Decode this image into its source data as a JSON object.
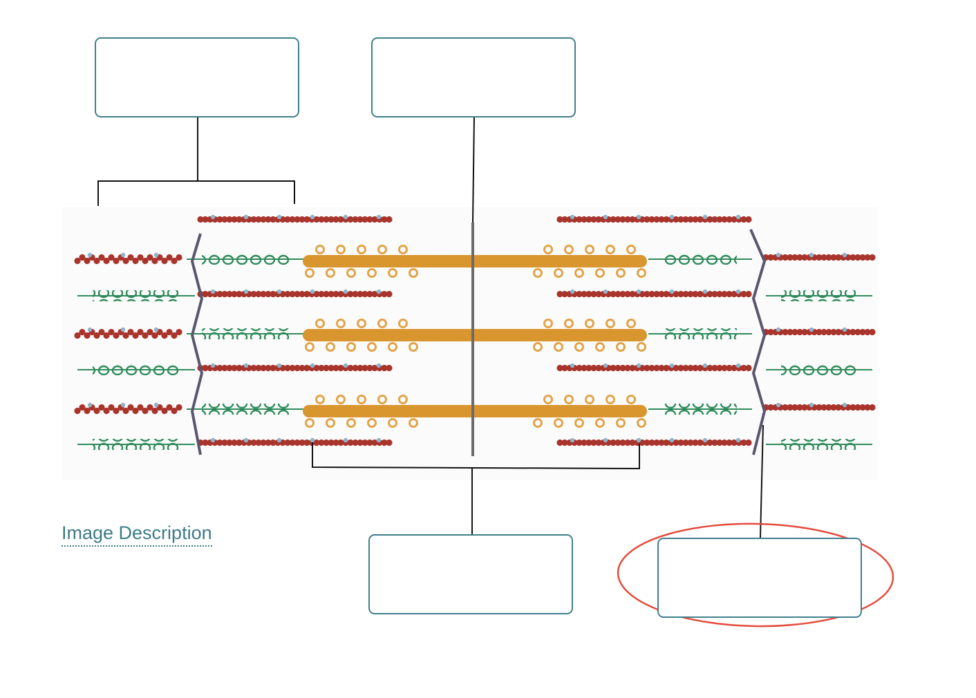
{
  "image_description_link": "Image Description",
  "answer_boxes": [
    {
      "id": "top-left",
      "value": ""
    },
    {
      "id": "top-center",
      "value": ""
    },
    {
      "id": "bottom-center",
      "value": ""
    },
    {
      "id": "bottom-right",
      "value": ""
    }
  ],
  "colors": {
    "box_border": "#3f7f8c",
    "link": "#3d7b87",
    "thick_filament": "#d9962e",
    "thin_filament": "#a8342c",
    "titin_spring": "#2f8a5a",
    "z_disc": "#5a5670",
    "m_line": "#6b6b6b",
    "highlight_circle": "#e34b3c"
  },
  "icons": [
    "thick-filament-icon",
    "thin-filament-icon",
    "titin-spring-icon",
    "z-disc-icon",
    "m-line-icon"
  ]
}
